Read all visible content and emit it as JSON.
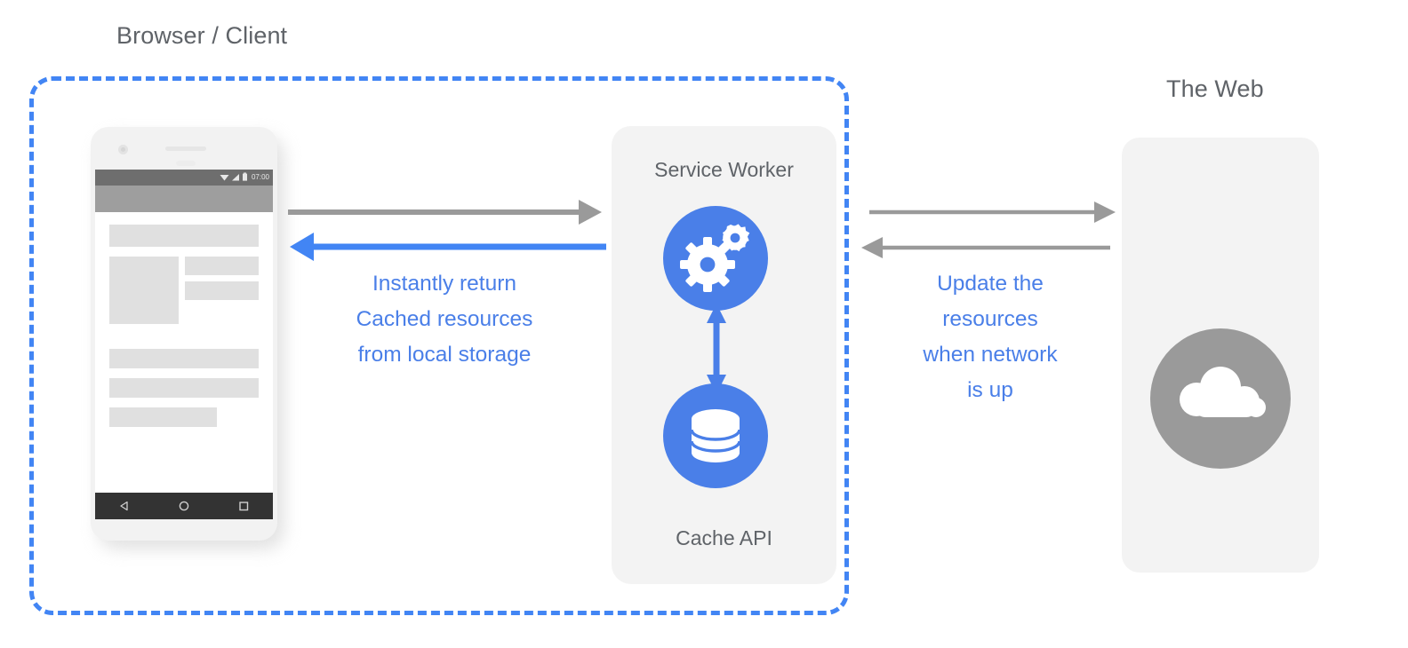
{
  "captions": {
    "browser": "Browser / Client",
    "web": "The Web"
  },
  "colors": {
    "accent_blue": "#4285f4",
    "icon_blue": "#4a7fe8",
    "text_gray": "#5f6368",
    "panel_gray": "#f3f3f3",
    "arrow_gray": "#9a9a9a",
    "cloud_gray": "#9a9a9a"
  },
  "phone": {
    "status_time": "07:00",
    "status_icons": [
      "wifi-icon",
      "signal-icon",
      "battery-icon"
    ],
    "nav_buttons": [
      "back-icon",
      "home-icon",
      "recents-icon"
    ]
  },
  "service_worker": {
    "title": "Service Worker",
    "cache_title": "Cache API",
    "worker_icon": "gears-icon",
    "cache_icon": "database-icon",
    "link_icon": "double-arrow-vertical-icon"
  },
  "web": {
    "icon": "cloud-icon"
  },
  "arrows": {
    "left": {
      "request": {
        "icon": "arrow-right-icon",
        "color": "#9a9a9a"
      },
      "response": {
        "icon": "arrow-left-icon",
        "color": "#4a7fe8"
      },
      "label": "Instantly return\nCached resources\nfrom local storage"
    },
    "right": {
      "request": {
        "icon": "arrow-right-icon",
        "color": "#9a9a9a"
      },
      "response": {
        "icon": "arrow-left-icon",
        "color": "#9a9a9a"
      },
      "label": "Update the\nresources\nwhen network\nis up"
    }
  }
}
